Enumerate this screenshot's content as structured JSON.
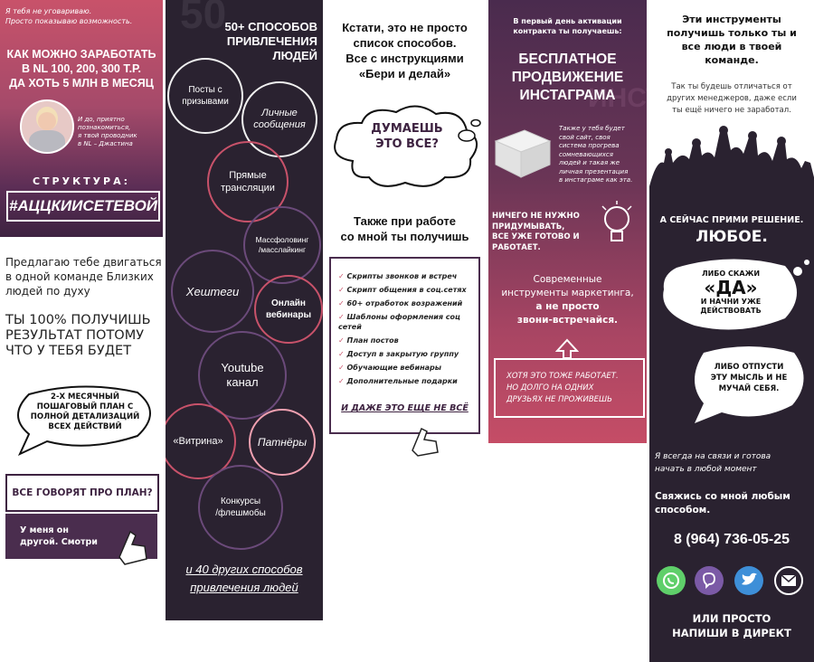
{
  "panel1": {
    "intro": [
      "Я тебя не уговариваю.",
      "Просто показываю возможность."
    ],
    "headline": [
      "КАК МОЖНО ЗАРАБОТАТЬ",
      "В NL 100, 200, 300 Т.Р.",
      "ДА ХОТЬ 5 МЛН В МЕСЯЦ"
    ],
    "author_note": [
      "И до, приятно",
      "познакомиться,",
      "я твой проводник",
      "в NL – Джастина"
    ],
    "structure_label": "СТРУКТУРА:",
    "hashtag": "#АЦЦКИИСЕТЕВОЙ",
    "offer": [
      "Предлагаю тебе двигаться",
      "в одной команде Близких",
      "людей по духу"
    ],
    "result": [
      "ТЫ 100% ПОЛУЧИШЬ",
      "РЕЗУЛЬТАТ ПОТОМУ",
      "ЧТО У ТЕБЯ БУДЕТ"
    ],
    "plan_bubble": [
      "2-Х МЕСЯЧНЫЙ",
      "ПОШАГОВЫЙ ПЛАН С",
      "ПОЛНОЙ ДЕТАЛИЗАЦИЙ",
      "ВСЕХ ДЕЙСТВИЙ"
    ],
    "everyone_plan": "ВСЕ ГОВОРЯТ ПРО ПЛАН?",
    "mine_other": [
      "У меня он",
      "другой. Смотри"
    ]
  },
  "panel2": {
    "bg_number": "50",
    "title": [
      "50+ СПОСОБОВ",
      "ПРИВЛЕЧЕНИЯ",
      "ЛЮДЕЙ"
    ],
    "circles": {
      "posts": [
        "Посты с",
        "призывами"
      ],
      "personal": [
        "Личные",
        "сообщения"
      ],
      "live": [
        "Прямые",
        "трансляции"
      ],
      "massfollow": [
        "Массфоловинг",
        "/масслайкинг"
      ],
      "hashtags": "Хештеги",
      "webinars": [
        "Онлайн",
        "вебинары"
      ],
      "youtube": [
        "Youtube",
        "канал"
      ],
      "vitrina": "«Витрина»",
      "partners": "Патнёры",
      "contests": [
        "Конкурсы",
        "/флешмобы"
      ]
    },
    "more": [
      "и 40 других способов",
      "привлечения людей"
    ]
  },
  "panel3": {
    "title": [
      "Кстати, это не просто",
      "список способов.",
      "Все с инструкциями",
      "«Бери и делай»"
    ],
    "cloud": [
      "ДУМАЕШЬ",
      "ЭТО ВСЕ?"
    ],
    "also": [
      "Также при работе",
      "со мной ты получишь"
    ],
    "list": [
      "Скрипты звонков и встреч",
      "Скрипт общения в соц.сетях",
      "60+ отработок возражений",
      "Шаблоны оформления соц сетей",
      "План постов",
      "Доступ в закрытую группу",
      "Обучающие вебинары",
      "Дополнительные подарки"
    ],
    "not_all": "И ДАЖЕ ЭТО ЕЩЕ НЕ ВСЁ"
  },
  "panel4": {
    "first_day": [
      "В первый день активации",
      "контракта ты получаешь:"
    ],
    "promo": [
      "БЕСПЛАТНОЕ",
      "ПРОДВИЖЕНИЕ",
      "ИНСТАГРАМА"
    ],
    "bg_word": "ИНСТА",
    "site_note": [
      "Также у тебя будет",
      "свой сайт, своя",
      "система прогрева",
      "сомневающихся",
      "людей и такая же",
      "личная презентация",
      "в инстаграме как эта."
    ],
    "nothing": [
      "НИЧЕГО НЕ НУЖНО",
      "ПРИДУМЫВАТЬ,",
      "ВСЕ УЖЕ ГОТОВО И",
      "РАБОТАЕТ."
    ],
    "modern": [
      "Современные",
      "инструменты маркетинга,",
      "а не просто",
      "звони-встречайся."
    ],
    "works": [
      "ХОТЯ ЭТО ТОЖЕ РАБОТАЕТ.",
      "НО ДОЛГО НА ОДНИХ",
      "ДРУЗЬЯХ НЕ ПРОЖИВЕШЬ"
    ]
  },
  "panel5": {
    "tools": [
      "Эти инструменты",
      "получишь только ты и",
      "все люди в твоей",
      "команде."
    ],
    "differ": [
      "Так ты будешь отличаться от",
      "других менеджеров, даже если",
      "ты ещё ничего не заработал."
    ],
    "decide": "А СЕЙЧАС ПРИМИ РЕШЕНИЕ.",
    "any": "ЛЮБОЕ.",
    "bubble1": {
      "top": "ЛИБО СКАЖИ",
      "yes": "«ДА»",
      "bottom": [
        "И НАЧНИ УЖЕ",
        "ДЕЙСТВОВАТЬ"
      ]
    },
    "bubble2": [
      "ЛИБО ОТПУСТИ",
      "ЭТУ МЫСЛЬ И НЕ",
      "МУЧАЙ СЕБЯ."
    ],
    "always": [
      "Я всегда на связи и готова",
      "начать в любой момент"
    ],
    "contact": [
      "Свяжись со мной любым",
      "способом."
    ],
    "phone": "8 (964) 736-05-25",
    "direct": [
      "ИЛИ ПРОСТО",
      "НАПИШИ В ДИРЕКТ"
    ],
    "icons": [
      "whatsapp-icon",
      "viber-icon",
      "twitter-icon",
      "email-icon"
    ]
  }
}
